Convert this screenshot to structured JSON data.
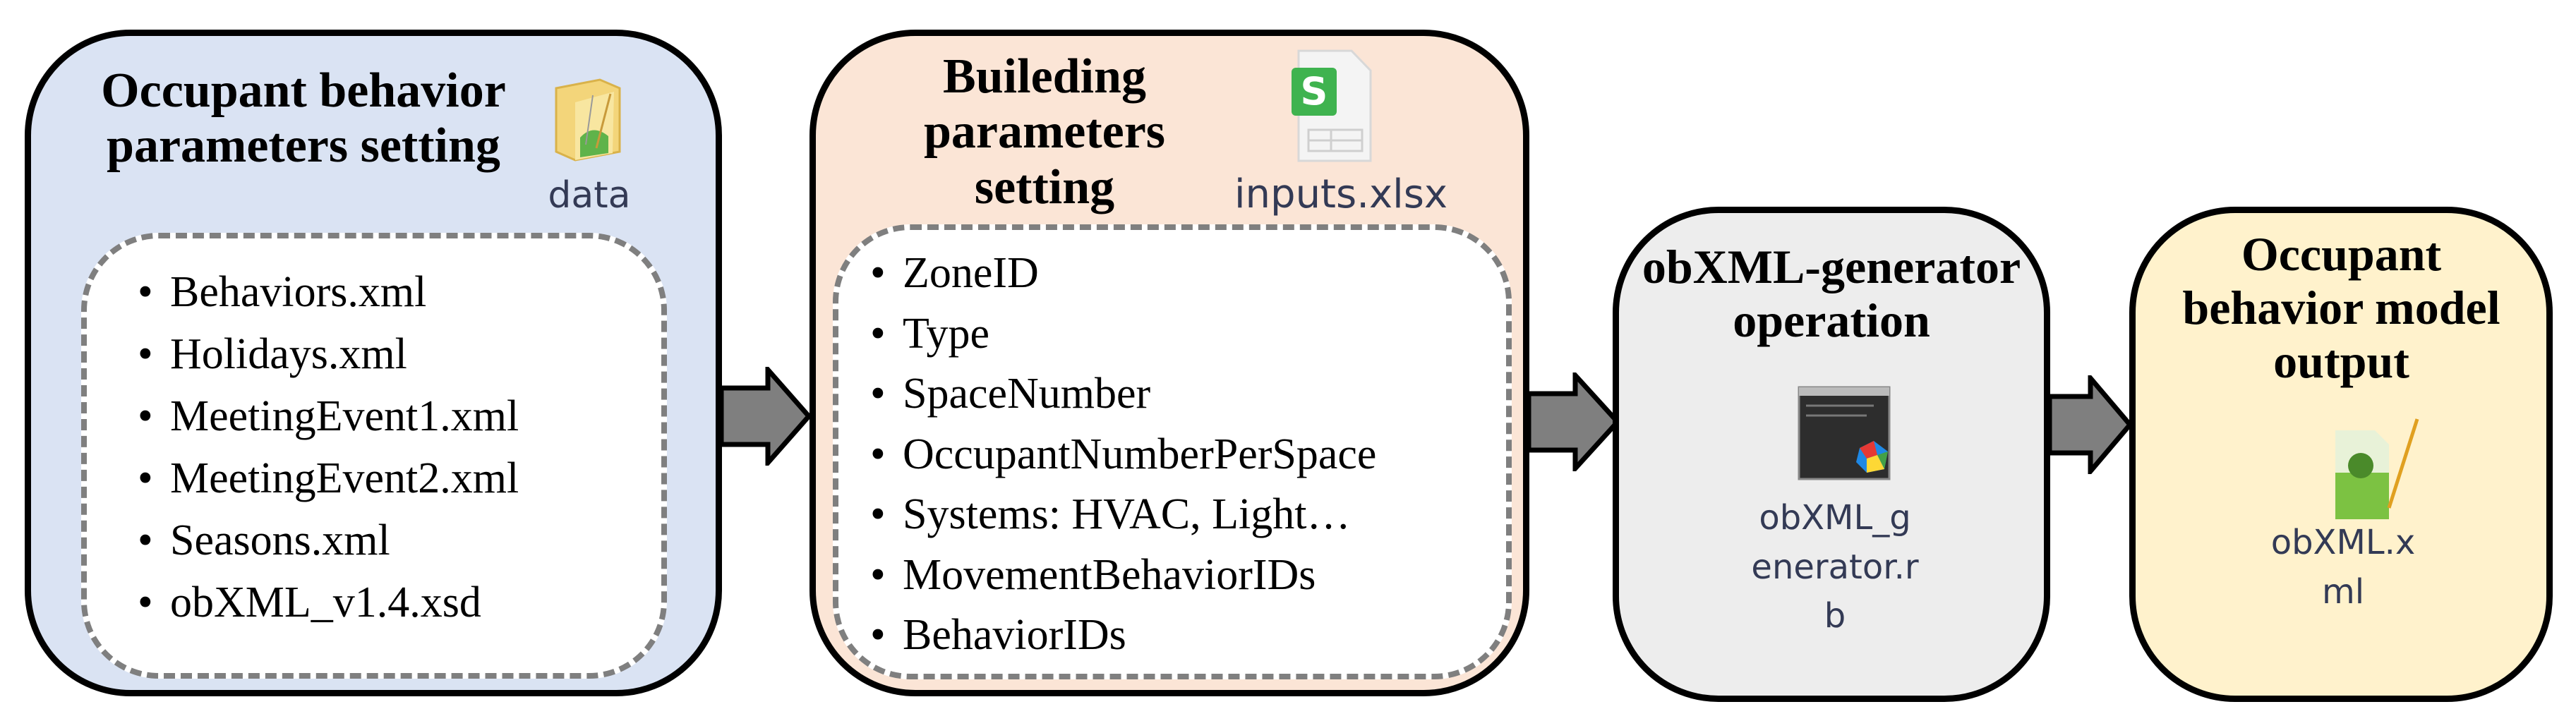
{
  "stages": [
    {
      "title_lines": [
        "Occupant behavior",
        "parameters setting"
      ],
      "icon": "folder-icon",
      "icon_label": "data",
      "items": [
        "Behaviors.xml",
        "Holidays.xml",
        "MeetingEvent1.xml",
        "MeetingEvent2.xml",
        "Seasons.xml",
        "obXML_v1.4.xsd"
      ],
      "color": "#dae3f3"
    },
    {
      "title_lines": [
        "Buileding",
        "parameters",
        "setting"
      ],
      "icon": "spreadsheet-icon",
      "icon_label": "inputs.xlsx",
      "items": [
        "ZoneID",
        "Type",
        "SpaceNumber",
        "OccupantNumberPerSpace",
        "Systems: HVAC, Light…",
        "MovementBehaviorIDs",
        "BehaviorIDs"
      ],
      "color": "#fbe5d6"
    },
    {
      "title_lines": [
        "obXML-generator",
        "operation"
      ],
      "icon": "ruby-script-icon",
      "icon_label_lines": [
        "obXML_g",
        "enerator.r",
        "b"
      ],
      "color": "#ededed"
    },
    {
      "title_lines": [
        "Occupant",
        "behavior model",
        "output"
      ],
      "icon": "xml-file-icon",
      "icon_label_lines": [
        "obXML.x",
        "ml"
      ],
      "color": "#fff2cc"
    }
  ],
  "arrow_color": "#7f7f7f"
}
